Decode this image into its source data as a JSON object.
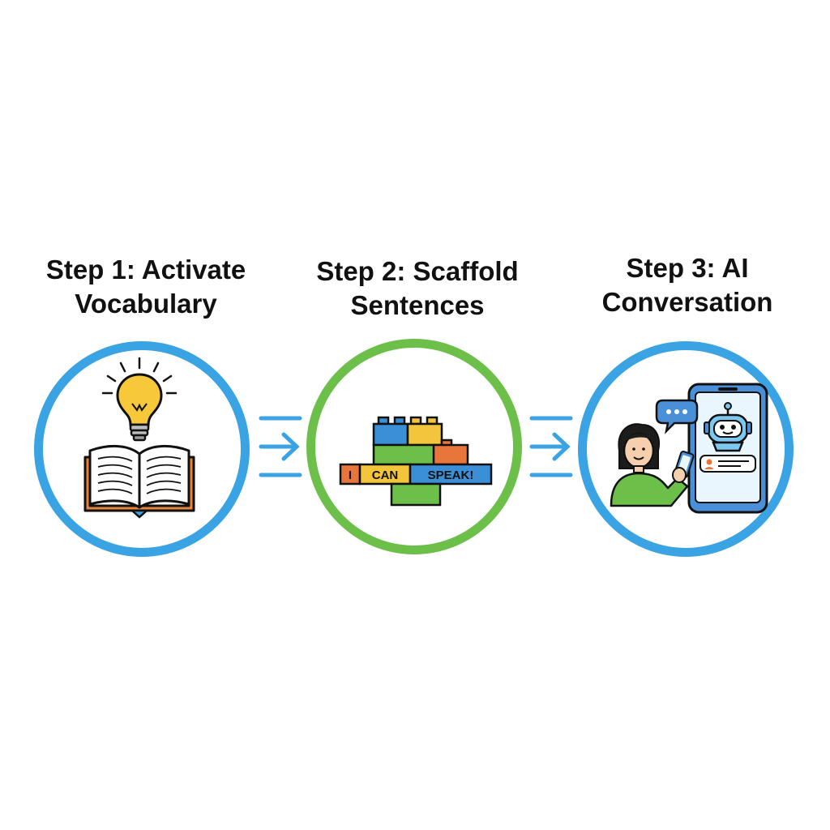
{
  "colors": {
    "ring_blue": "#3aa3e3",
    "ring_green": "#6cc04a",
    "arrow_blue": "#3aa3e3",
    "bulb_yellow": "#f6c83a",
    "book_orange": "#e8843a",
    "brick_blue": "#3a8fd6",
    "brick_yellow": "#f3c53a",
    "brick_green": "#6cc04a",
    "brick_orange": "#e8763a",
    "shirt_green": "#6cc04a",
    "phone_blue": "#4a90d9",
    "robot_blue": "#7cc8ef"
  },
  "steps": [
    {
      "title": "Step 1: Activate\nVocabulary",
      "ring_color": "#3aa3e3",
      "icons": [
        "lightbulb-icon",
        "open-book-icon"
      ]
    },
    {
      "title": "Step 2: Scaffold\nSentences",
      "ring_color": "#6cc04a",
      "icons": [
        "building-bricks-icon"
      ],
      "bricks": [
        "I",
        "CAN",
        "SPEAK!"
      ]
    },
    {
      "title": "Step 3: AI\nConversation",
      "ring_color": "#3aa3e3",
      "icons": [
        "person-icon",
        "speech-bubble-icon",
        "smartphone-icon",
        "robot-icon"
      ]
    }
  ]
}
